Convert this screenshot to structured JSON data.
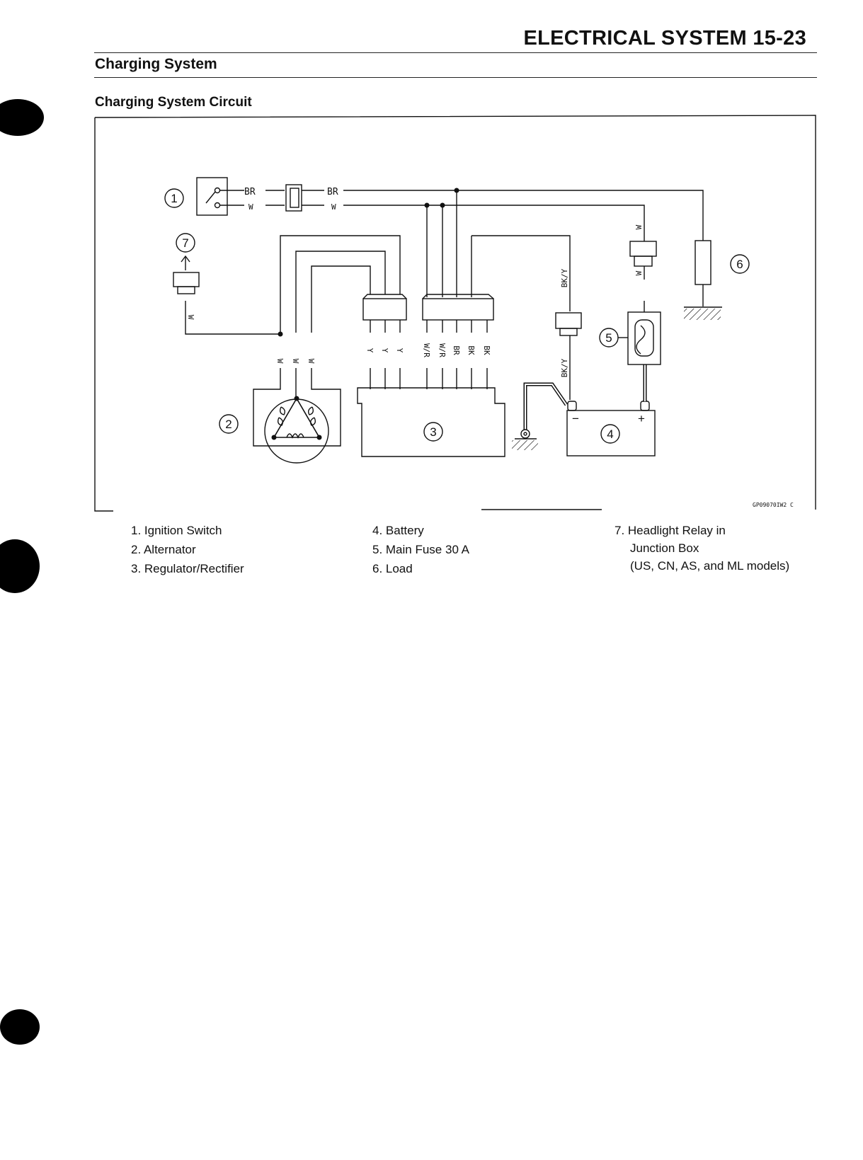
{
  "header": {
    "title": "ELECTRICAL SYSTEM 15-23"
  },
  "section": {
    "title": "Charging System"
  },
  "subsection": {
    "title": "Charging System Circuit"
  },
  "diagram": {
    "callouts": [
      "1",
      "2",
      "3",
      "4",
      "5",
      "6",
      "7"
    ],
    "wire_labels": {
      "br": "BR",
      "w": "W",
      "y": "Y",
      "wr": "W/R",
      "bk": "BK",
      "bky": "BK/Y"
    },
    "battery_polarity": {
      "neg": "−",
      "pos": "+"
    },
    "figure_code": "GP09070IW2 C"
  },
  "legend": {
    "col1": [
      "1. Ignition Switch",
      "2. Alternator",
      "3. Regulator/Rectifier"
    ],
    "col2": [
      "4. Battery",
      "5. Main Fuse 30 A",
      "6. Load"
    ],
    "col3": [
      "7. Headlight Relay in",
      "Junction Box",
      "(US, CN, AS, and ML models)"
    ]
  }
}
